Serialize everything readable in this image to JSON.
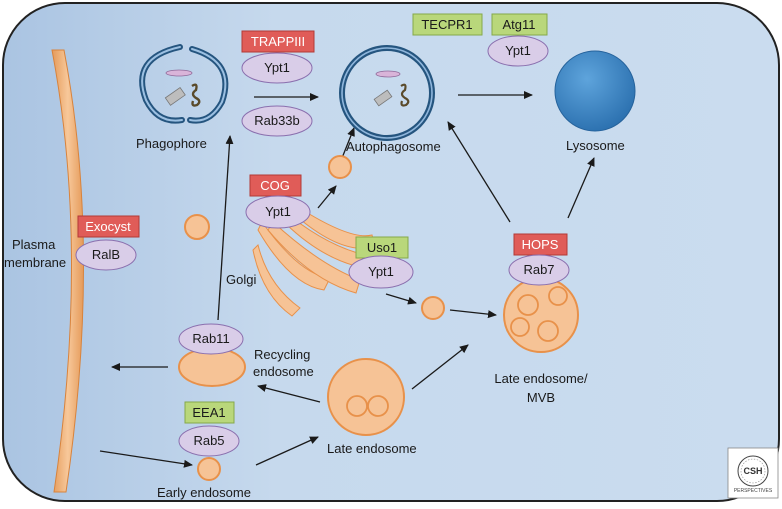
{
  "labels": {
    "plasma": "Plasma",
    "membrane": "membrane",
    "phagophore": "Phagophore",
    "autophagosome": "Autophagosome",
    "lysosome": "Lysosome",
    "golgi": "Golgi",
    "recycling": "Recycling",
    "endosome": "endosome",
    "late_endosome": "Late endosome",
    "late_endosome_mvb_1": "Late endosome/",
    "late_endosome_mvb_2": "MVB",
    "early_endosome": "Early endosome"
  },
  "effectors": {
    "trappiii": "TRAPPIII",
    "cog": "COG",
    "exocyst": "Exocyst",
    "hops": "HOPS",
    "tecpr1": "TECPR1",
    "atg11": "Atg11",
    "uso1": "Uso1",
    "eea1": "EEA1"
  },
  "gtpases": {
    "ypt1_trapp": "Ypt1",
    "rab33b": "Rab33b",
    "ypt1_atg11": "Ypt1",
    "ypt1_cog": "Ypt1",
    "ralb": "RalB",
    "ypt1_uso1": "Ypt1",
    "rab7": "Rab7",
    "rab11": "Rab11",
    "rab5": "Rab5"
  },
  "logo": {
    "text_1": "CSH",
    "text_2": "PERSPECTIVES"
  },
  "colors": {
    "cell_fill": "#c4d8ec",
    "red_box": "#e05c58",
    "green_box": "#b9d77b",
    "purple_oval": "#d9cde8",
    "orange_fill": "#f6c396",
    "orange_stroke": "#e8914a",
    "autophagosome_ring": "#2f6b9a",
    "lysosome": "#3a85c4"
  }
}
